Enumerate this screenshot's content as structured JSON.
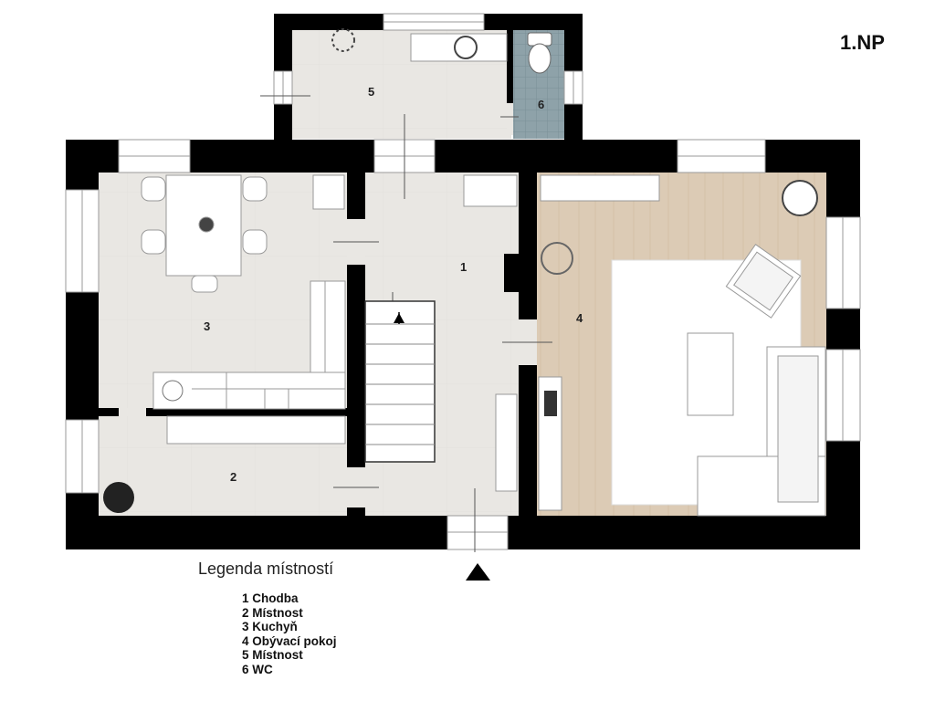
{
  "floor_label": "1.NP",
  "legend": {
    "title": "Legenda místností",
    "items": [
      "1 Chodba",
      "2 Místnost",
      "3 Kuchyň",
      "4 Obývací pokoj",
      "5 Místnost",
      "6 WC"
    ]
  },
  "rooms": {
    "r1": "1",
    "r2": "2",
    "r3": "3",
    "r4": "4",
    "r5": "5",
    "r6": "6"
  },
  "colors": {
    "wall": "#000000",
    "tile_floor": "#e9e7e3",
    "wood_floor": "#dccbb5",
    "wc_tile": "#8ea2a9",
    "rug": "#ffffff"
  },
  "icons": [
    "plant-icon",
    "toilet-icon",
    "entrance-arrow-icon",
    "dining-table-icon",
    "sofa-icon",
    "armchair-icon",
    "stairs-icon"
  ]
}
